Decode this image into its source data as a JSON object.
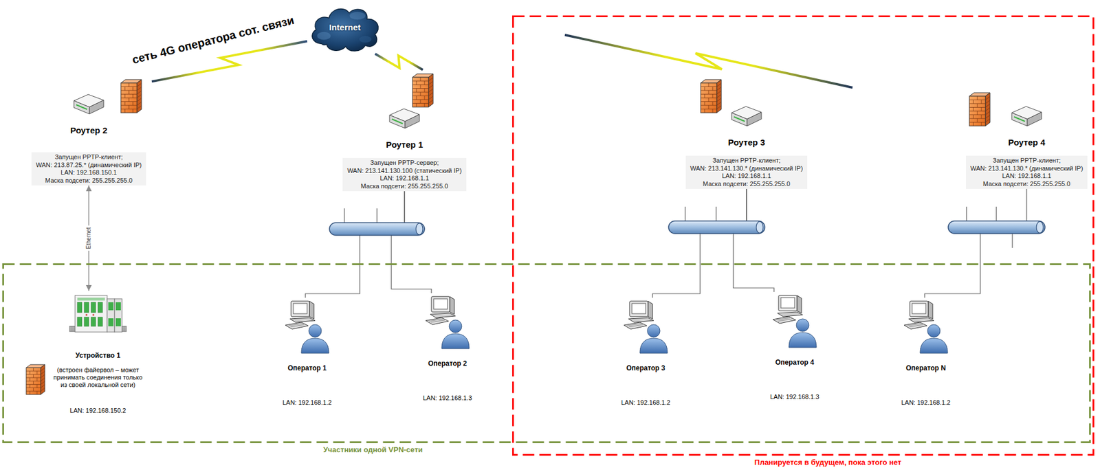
{
  "diagram": {
    "nodes": [
      {
        "text": [
          "Internet"
        ]
      },
      {
        "text": [
          "Роутер 2"
        ]
      },
      {
        "text": [
          "Запущен PPTP-клиент;",
          "WAN: 213.87.25.* (динамический IP)",
          "LAN: 192.168.150.1",
          "Маска подсети: 255.255.255.0"
        ],
        "in": 1
      },
      {
        "text": [
          "Роутер 1"
        ]
      },
      {
        "text": [
          "Запущен PPTP-сервер;",
          "WAN: 213.141.130.100 (статический IP)",
          "LAN: 192.168.1.1",
          "Маска подсети: 255.255.255.0"
        ],
        "in": 3
      },
      {
        "text": [
          "Планируется в будущем, пока этого нет"
        ]
      },
      {
        "text": [
          "Роутер 3"
        ],
        "in": 5
      },
      {
        "text": [
          "Запущен PPTP-клиент;",
          "WAN: 213.141.130.* (динамический IP)",
          "LAN: 192.168.1.1",
          "Маска подсети: 255.255.255.0"
        ],
        "in": 6
      },
      {
        "text": [
          "Роутер 4"
        ],
        "in": 5
      },
      {
        "text": [
          "Запущен PPTP-клиент;",
          "WAN: 213.141.130.* (динамический IP)",
          "LAN: 192.168.1.1",
          "Маска подсети: 255.255.255.0"
        ],
        "in": 8
      },
      {
        "text": [
          "Участники одной VPN-сети"
        ]
      },
      {
        "text": [
          "Устройство 1",
          "(встроен файервол – может принимать соединения только из своей локальной сети)",
          "LAN: 192.168.150.2"
        ],
        "in": 10
      },
      {
        "text": [
          "Оператор 1",
          "LAN: 192.168.1.2"
        ],
        "in": 10
      },
      {
        "text": [
          "Оператор 2",
          "LAN: 192.168.1.3"
        ],
        "in": 10
      },
      {
        "text": [
          "Оператор 3",
          "LAN: 192.168.1.2"
        ],
        "in": 10
      },
      {
        "text": [
          "Оператор 4",
          "LAN: 192.168.1.3"
        ],
        "in": 10
      },
      {
        "text": [
          "Оператор N",
          "LAN: 192.168.1.2"
        ],
        "in": 10
      }
    ],
    "edges": [
      {
        "from": 1,
        "to": 0,
        "arrow": "none"
      },
      {
        "from": 3,
        "to": 0,
        "arrow": "none"
      },
      {
        "from": 1,
        "to": 11,
        "arrow": "both",
        "label": "Ethernet"
      },
      {
        "from": 3,
        "to": 12,
        "arrow": "none"
      },
      {
        "from": 3,
        "to": 13,
        "arrow": "none"
      },
      {
        "from": 6,
        "to": 14,
        "arrow": "none"
      },
      {
        "from": 6,
        "to": 15,
        "arrow": "none"
      },
      {
        "from": 8,
        "to": 16,
        "arrow": "none"
      }
    ],
    "labels": [
      "сеть 4G оператора сот. связи"
    ]
  }
}
